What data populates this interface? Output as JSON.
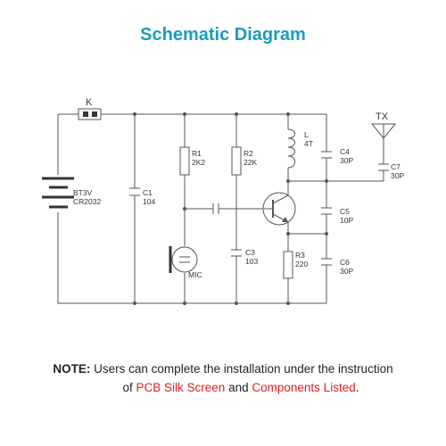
{
  "title": "Schematic Diagram",
  "components": {
    "switch": "K",
    "battery": [
      "BT3V",
      "CR2032"
    ],
    "c1": [
      "C1",
      "104"
    ],
    "r1": [
      "R1",
      "2K2"
    ],
    "r2": [
      "R2",
      "22K"
    ],
    "inductor": [
      "L",
      "4T"
    ],
    "c4": [
      "C4",
      "30P"
    ],
    "c5": [
      "C5",
      "10P"
    ],
    "c3": [
      "C3",
      "103"
    ],
    "r3": [
      "R3",
      "220"
    ],
    "c6": [
      "C6",
      "30P"
    ],
    "c7": [
      "C7",
      "30P"
    ],
    "mic": "MIC",
    "antenna": "TX"
  },
  "note": {
    "label": "NOTE:",
    "text_a": "Users can complete the installation under the instruction",
    "text_b": "of",
    "link1": "PCB Silk Screen",
    "text_c": "and",
    "link2": "Components Listed",
    "text_d": "."
  },
  "colors": {
    "title": "#1b9cbd",
    "highlight": "#e01e1e",
    "wire": "#555555"
  }
}
